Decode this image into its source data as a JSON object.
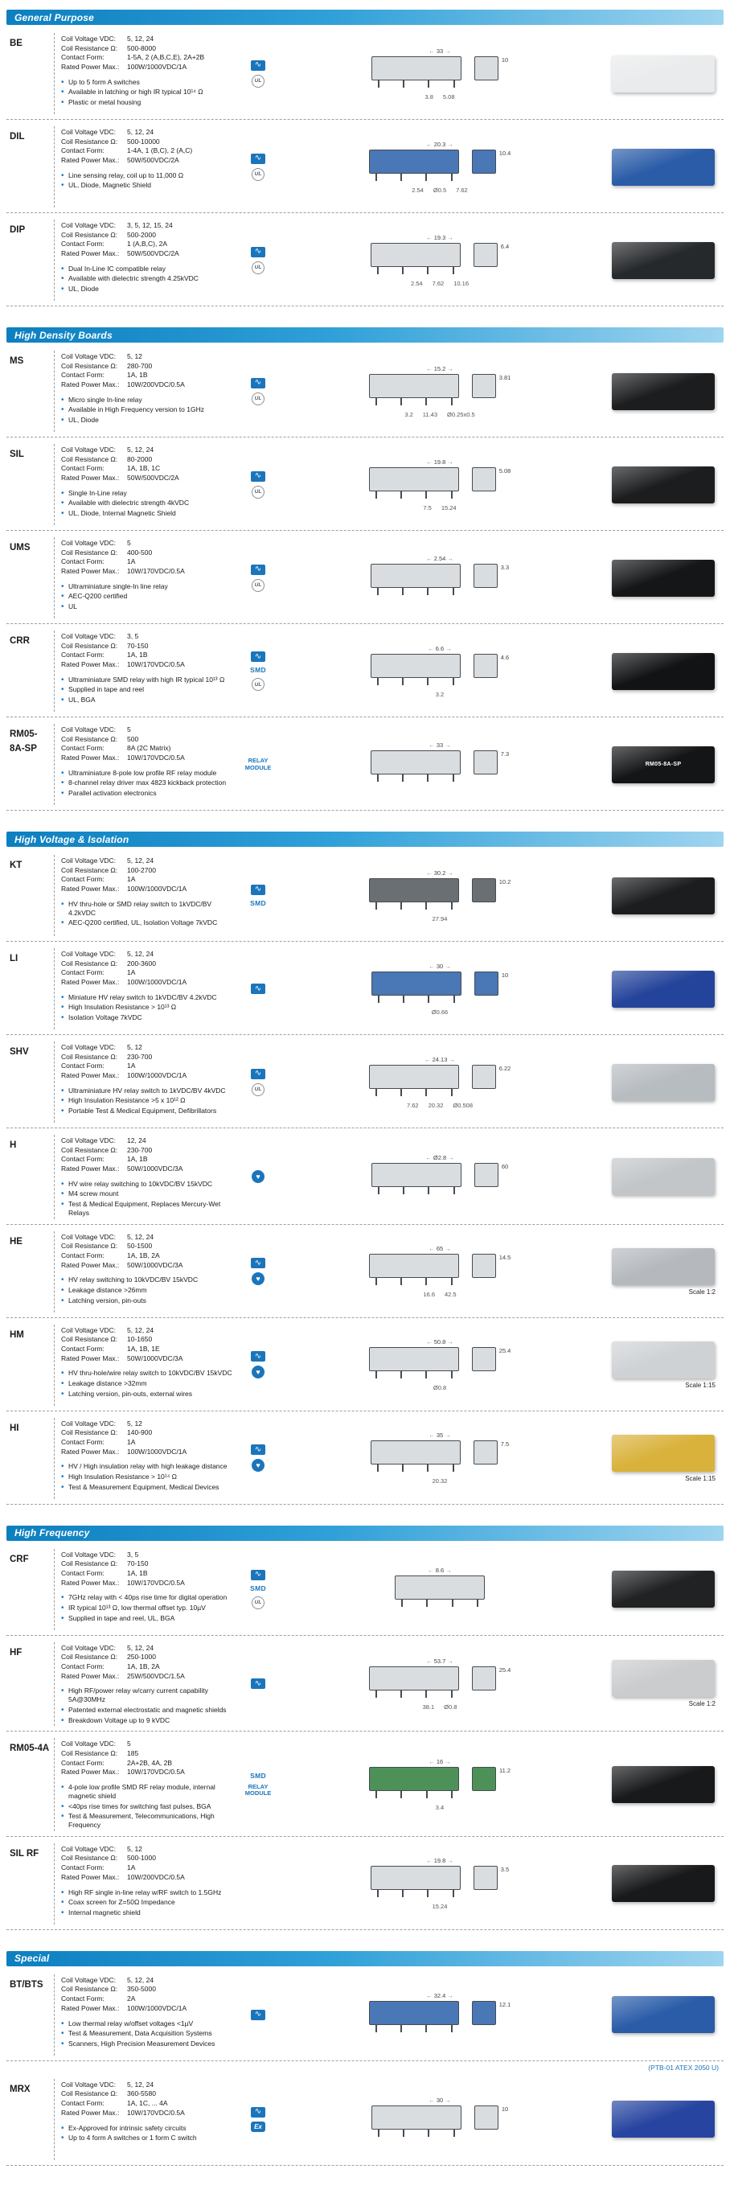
{
  "colors": {
    "accent_blue": "#1b75bb",
    "section_header_blue": "#0d7fc0",
    "section_header_light": "#9ed4ef"
  },
  "spec_labels": {
    "coil_voltage": "Coil Voltage VDC:",
    "coil_resistance": "Coil Resistance Ω:",
    "contact_form": "Contact Form:",
    "rated_power": "Rated Power Max.:"
  },
  "badge_defs": {
    "signal": {
      "name": "signal-waveform-icon",
      "text": "∿"
    },
    "ul": {
      "name": "ul-certification-icon",
      "text": "UL"
    },
    "smd": {
      "name": "smd-badge",
      "text": "SMD"
    },
    "relay_module": {
      "name": "relay-module-badge",
      "text": "RELAY MODULE"
    },
    "medical": {
      "name": "medical-heartbeat-icon",
      "text": "♥"
    },
    "ex": {
      "name": "ex-certification-icon",
      "text": "Ex"
    }
  },
  "sections": [
    {
      "title": "General Purpose",
      "products": [
        {
          "name": "BE",
          "specs": {
            "coil_voltage": "5, 12, 24",
            "coil_resistance": "500-8000",
            "contact_form": "1-5A, 2 (A,B,C,E), 2A+2B",
            "rated_power": "100W/1000VDC/1A"
          },
          "bullets": [
            "Up to 5 form A switches",
            "Available in latching or high IR typical 10¹⁴ Ω",
            "Plastic or metal housing"
          ],
          "dims": [
            "33",
            "10",
            "3.8",
            "5.08"
          ],
          "badges": [
            "signal",
            "ul"
          ],
          "drawing_fill": "#d9dde0",
          "photo_fill": "#e9ebec"
        },
        {
          "name": "DIL",
          "specs": {
            "coil_voltage": "5, 12, 24",
            "coil_resistance": "500-10000",
            "contact_form": "1-4A, 1 (B,C), 2 (A,C)",
            "rated_power": "50W/500VDC/2A"
          },
          "bullets": [
            "Line sensing relay, coil up to 11,000 Ω",
            "UL, Diode, Magnetic Shield"
          ],
          "dims": [
            "20.3",
            "10.4",
            "2.54",
            "Ø0.5",
            "7.62"
          ],
          "badges": [
            "signal",
            "ul"
          ],
          "drawing_fill": "#4a77b5",
          "photo_fill": "#2a5ca8"
        },
        {
          "name": "DIP",
          "specs": {
            "coil_voltage": "3, 5, 12, 15, 24",
            "coil_resistance": "500-2000",
            "contact_form": "1 (A,B,C), 2A",
            "rated_power": "50W/500VDC/2A"
          },
          "bullets": [
            "Dual In-Line IC compatible relay",
            "Available with dielectric strength 4.25kVDC",
            "UL, Diode"
          ],
          "dims": [
            "19.3",
            "6.4",
            "2.54",
            "7.62",
            "10.16"
          ],
          "badges": [
            "signal",
            "ul"
          ],
          "drawing_fill": "#d9dde0",
          "photo_fill": "#26292c"
        }
      ]
    },
    {
      "title": "High Density Boards",
      "products": [
        {
          "name": "MS",
          "specs": {
            "coil_voltage": "5, 12",
            "coil_resistance": "280-700",
            "contact_form": "1A, 1B",
            "rated_power": "10W/200VDC/0.5A"
          },
          "bullets": [
            "Micro single In-line relay",
            "Available in High Frequency version to 1GHz",
            "UL, Diode"
          ],
          "dims": [
            "15.2",
            "3.81",
            "3.2",
            "11.43",
            "Ø0.25x0.5"
          ],
          "badges": [
            "signal",
            "ul"
          ],
          "drawing_fill": "#d9dde0",
          "photo_fill": "#1b1d1f"
        },
        {
          "name": "SIL",
          "specs": {
            "coil_voltage": "5, 12, 24",
            "coil_resistance": "80-2000",
            "contact_form": "1A, 1B, 1C",
            "rated_power": "50W/500VDC/2A"
          },
          "bullets": [
            "Single In-Line relay",
            "Available with dielectric strength 4kVDC",
            "UL, Diode, Internal Magnetic Shield"
          ],
          "dims": [
            "19.8",
            "5.08",
            "7.5",
            "15.24"
          ],
          "badges": [
            "signal",
            "ul"
          ],
          "drawing_fill": "#d9dde0",
          "photo_fill": "#1b1d1f"
        },
        {
          "name": "UMS",
          "specs": {
            "coil_voltage": "5",
            "coil_resistance": "400-500",
            "contact_form": "1A",
            "rated_power": "10W/170VDC/0.5A"
          },
          "bullets": [
            "Ultraminiature single-In line relay",
            "AEC-Q200 certified",
            "UL"
          ],
          "dims": [
            "2.54",
            "3.3"
          ],
          "badges": [
            "signal",
            "ul"
          ],
          "drawing_fill": "#d9dde0",
          "photo_fill": "#141618"
        },
        {
          "name": "CRR",
          "specs": {
            "coil_voltage": "3, 5",
            "coil_resistance": "70-150",
            "contact_form": "1A, 1B",
            "rated_power": "10W/170VDC/0.5A"
          },
          "bullets": [
            "Ultraminiature SMD relay with high IR typical 10¹³ Ω",
            "Supplied in tape and reel",
            "UL, BGA"
          ],
          "dims": [
            "6.6",
            "4.6",
            "3.2"
          ],
          "badges": [
            "signal",
            "smd",
            "ul"
          ],
          "drawing_fill": "#d9dde0",
          "photo_fill": "#111315"
        },
        {
          "name": "RM05-8A-SP",
          "specs": {
            "coil_voltage": "5",
            "coil_resistance": "500",
            "contact_form": "8A (2C Matrix)",
            "rated_power": "10W/170VDC/0.5A"
          },
          "bullets": [
            "Ultraminiature 8-pole low profile RF relay module",
            "8-channel relay driver max 4823 kickback protection",
            "Parallel activation electronics"
          ],
          "dims": [
            "33",
            "7.3"
          ],
          "badges": [
            "relay_module"
          ],
          "drawing_fill": "#d9dde0",
          "photo_fill": "#131517",
          "photo_label": "RM05-8A-SP"
        }
      ]
    },
    {
      "title": "High Voltage & Isolation",
      "products": [
        {
          "name": "KT",
          "specs": {
            "coil_voltage": "5, 12, 24",
            "coil_resistance": "100-2700",
            "contact_form": "1A",
            "rated_power": "100W/1000VDC/1A"
          },
          "bullets": [
            "HV thru-hole or SMD relay switch to 1kVDC/BV 4.2kVDC",
            "AEC-Q200 certified, UL, Isolation Voltage 7kVDC"
          ],
          "dims": [
            "30.2",
            "10.2",
            "27.94"
          ],
          "badges": [
            "signal",
            "smd"
          ],
          "drawing_fill": "#6a6f74",
          "photo_fill": "#1b1d1f"
        },
        {
          "name": "LI",
          "specs": {
            "coil_voltage": "5, 12, 24",
            "coil_resistance": "200-3600",
            "contact_form": "1A",
            "rated_power": "100W/1000VDC/1A"
          },
          "bullets": [
            "Miniature HV relay switch to 1kVDC/BV 4.2kVDC",
            "High Insulation Resistance > 10¹³ Ω",
            "Isolation Voltage 7kVDC"
          ],
          "dims": [
            "30",
            "10",
            "Ø0.66"
          ],
          "badges": [
            "signal"
          ],
          "drawing_fill": "#4a77b5",
          "photo_fill": "#24439a"
        },
        {
          "name": "SHV",
          "specs": {
            "coil_voltage": "5, 12",
            "coil_resistance": "230-700",
            "contact_form": "1A",
            "rated_power": "100W/1000VDC/1A"
          },
          "bullets": [
            "Ultraminiature HV relay switch to 1kVDC/BV 4kVDC",
            "High Insulation Resistance >5 x 10¹² Ω",
            "Portable Test & Medical Equipment, Defibrillators"
          ],
          "dims": [
            "24.13",
            "6.22",
            "7.62",
            "20.32",
            "Ø0.508"
          ],
          "badges": [
            "signal",
            "ul"
          ],
          "drawing_fill": "#d9dde0",
          "photo_fill": "#b7bcc1"
        },
        {
          "name": "H",
          "specs": {
            "coil_voltage": "12, 24",
            "coil_resistance": "230-700",
            "contact_form": "1A, 1B",
            "rated_power": "50W/1000VDC/3A"
          },
          "bullets": [
            "HV wire relay switching to 10kVDC/BV 15kVDC",
            "M4 screw mount",
            "Test & Medical Equipment, Replaces Mercury-Wet Relays"
          ],
          "dims": [
            "Ø2.8",
            "60"
          ],
          "badges": [
            "medical"
          ],
          "drawing_fill": "#d9dde0",
          "photo_fill": "#c3c6c9"
        },
        {
          "name": "HE",
          "specs": {
            "coil_voltage": "5, 12, 24",
            "coil_resistance": "50-1500",
            "contact_form": "1A, 1B, 2A",
            "rated_power": "50W/1000VDC/3A"
          },
          "bullets": [
            "HV relay switching to 10kVDC/BV 15kVDC",
            "Leakage distance >26mm",
            "Latching version, pin-outs"
          ],
          "dims": [
            "65",
            "14.5",
            "16.6",
            "42.5"
          ],
          "badges": [
            "signal",
            "medical"
          ],
          "drawing_fill": "#d9dde0",
          "photo_fill": "#b5b9be",
          "scale": "Scale 1:2"
        },
        {
          "name": "HM",
          "specs": {
            "coil_voltage": "5, 12, 24",
            "coil_resistance": "10-1650",
            "contact_form": "1A, 1B, 1E",
            "rated_power": "50W/1000VDC/3A"
          },
          "bullets": [
            "HV thru-hole/wire relay switch to 10kVDC/BV 15kVDC",
            "Leakage distance >32mm",
            "Latching version, pin-outs, external wires"
          ],
          "dims": [
            "50.8",
            "25.4",
            "Ø0.8"
          ],
          "badges": [
            "signal",
            "medical"
          ],
          "drawing_fill": "#d9dde0",
          "photo_fill": "#cfd2d5",
          "scale": "Scale 1:15"
        },
        {
          "name": "HI",
          "specs": {
            "coil_voltage": "5, 12",
            "coil_resistance": "140-900",
            "contact_form": "1A",
            "rated_power": "100W/1000VDC/1A"
          },
          "bullets": [
            "HV / High insulation relay with high leakage distance",
            "High Insulation Resistance > 10¹⁴ Ω",
            "Test & Measurement Equipment, Medical Devices"
          ],
          "dims": [
            "35",
            "7.5",
            "20.32"
          ],
          "badges": [
            "signal",
            "medical"
          ],
          "drawing_fill": "#d9dde0",
          "photo_fill": "#d9b23c",
          "scale": "Scale 1:15"
        }
      ]
    },
    {
      "title": "High Frequency",
      "products": [
        {
          "name": "CRF",
          "specs": {
            "coil_voltage": "3, 5",
            "coil_resistance": "70-150",
            "contact_form": "1A, 1B",
            "rated_power": "10W/170VDC/0.5A"
          },
          "bullets": [
            "7GHz relay with < 40ps rise time for digital operation",
            "IR typical 10¹³ Ω, low thermal offset typ. 10µV",
            "Supplied in tape and reel, UL, BGA"
          ],
          "dims": [
            "8.6"
          ],
          "badges": [
            "signal",
            "smd",
            "ul"
          ],
          "drawing_fill": "#d9dde0",
          "photo_fill": "#202224"
        },
        {
          "name": "HF",
          "specs": {
            "coil_voltage": "5, 12, 24",
            "coil_resistance": "250-1000",
            "contact_form": "1A, 1B, 2A",
            "rated_power": "25W/500VDC/1.5A"
          },
          "bullets": [
            "High RF/power relay w/carry current capability 5A@30MHz",
            "Patented external electrostatic and magnetic shields",
            "Breakdown Voltage up to 9 kVDC"
          ],
          "dims": [
            "53.7",
            "25.4",
            "38.1",
            "Ø0.8"
          ],
          "badges": [
            "signal"
          ],
          "drawing_fill": "#d9dde0",
          "photo_fill": "#caccce",
          "scale": "Scale 1:2"
        },
        {
          "name": "RM05-4A",
          "specs": {
            "coil_voltage": "5",
            "coil_resistance": "185",
            "contact_form": "2A+2B, 4A, 2B",
            "rated_power": "10W/170VDC/0.5A"
          },
          "bullets": [
            "4-pole low profile SMD RF relay module, internal magnetic shield",
            "<40ps rise times for switching fast pulses, BGA",
            "Test & Measurement, Telecommunications, High Frequency"
          ],
          "dims": [
            "16",
            "11.2",
            "3.4"
          ],
          "badges": [
            "smd",
            "relay_module"
          ],
          "drawing_fill": "#4d9158",
          "photo_fill": "#17191b"
        },
        {
          "name": "SIL RF",
          "specs": {
            "coil_voltage": "5, 12",
            "coil_resistance": "500-1000",
            "contact_form": "1A",
            "rated_power": "10W/200VDC/0.5A"
          },
          "bullets": [
            "High RF single in-line relay w/RF switch to 1.5GHz",
            "Coax screen for Z=50Ω Impedance",
            "Internal magnetic shield"
          ],
          "dims": [
            "19.8",
            "3.5",
            "15.24"
          ],
          "badges": [],
          "drawing_fill": "#d9dde0",
          "photo_fill": "#17191b"
        }
      ]
    },
    {
      "title": "Special",
      "products": [
        {
          "name": "BT/BTS",
          "specs": {
            "coil_voltage": "5, 12, 24",
            "coil_resistance": "350-5000",
            "contact_form": "2A",
            "rated_power": "100W/1000VDC/1A"
          },
          "bullets": [
            "Low thermal relay w/offset voltages <1µV",
            "Test & Measurement, Data Acquisition Systems",
            "Scanners, High Precision Measurement Devices"
          ],
          "dims": [
            "32.4",
            "12.1"
          ],
          "badges": [
            "signal"
          ],
          "drawing_fill": "#4a77b5",
          "photo_fill": "#2a5ca8",
          "footnote": "(PTB-01 ATEX 2050 U)"
        },
        {
          "name": "MRX",
          "specs": {
            "coil_voltage": "5, 12, 24",
            "coil_resistance": "360-5580",
            "contact_form": "1A, 1C, ... 4A",
            "rated_power": "10W/170VDC/0.5A"
          },
          "bullets": [
            "Ex-Approved for intrinsic safety circuits",
            "Up to 4 form A switches or 1 form C switch"
          ],
          "dims": [
            "30",
            "10"
          ],
          "badges": [
            "signal",
            "ex"
          ],
          "drawing_fill": "#d9dde0",
          "photo_fill": "#2745a0"
        }
      ]
    }
  ]
}
